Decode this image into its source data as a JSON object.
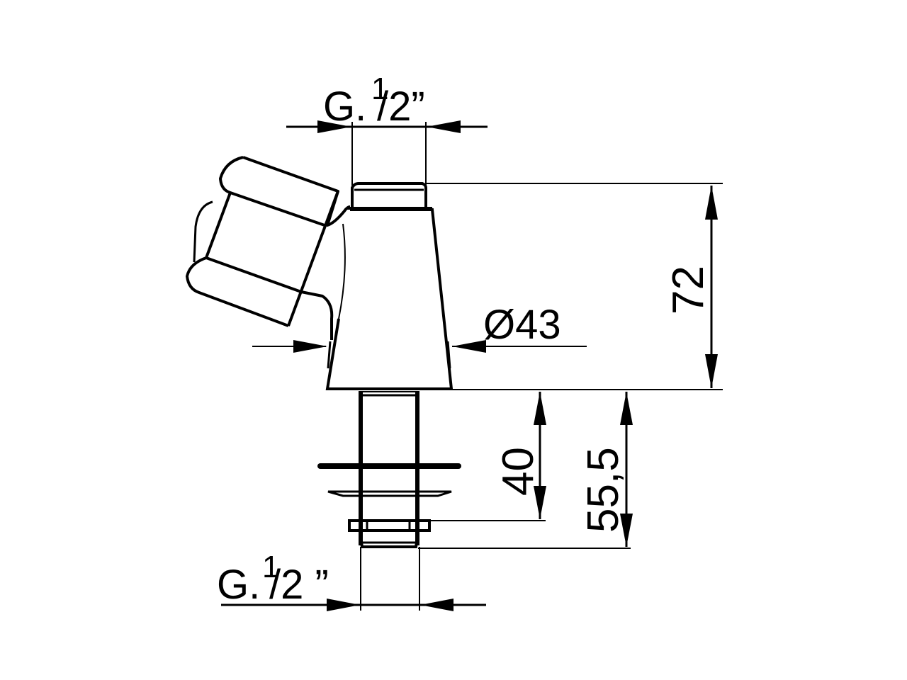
{
  "diagram": {
    "type": "technical-dimension-drawing",
    "subject": "tap / pillar faucet with lever handle, side elevation",
    "colors": {
      "line": "#000000",
      "background": "#ffffff"
    },
    "dimensions": {
      "top_thread": {
        "prefix": "G.",
        "sup": "1",
        "rest": "/2”",
        "full": "G.1/2”"
      },
      "body_diameter": {
        "label": "Ø43",
        "value": 43
      },
      "total_height": {
        "label": "72",
        "value": 72
      },
      "shank_to_nut": {
        "label": "40",
        "value": 40
      },
      "shank_total": {
        "label": "55,5",
        "value": 55.5
      },
      "bottom_thread": {
        "prefix": "G.",
        "sup": "1",
        "rest": "/2 ”",
        "full": "G.1/2”"
      }
    }
  }
}
